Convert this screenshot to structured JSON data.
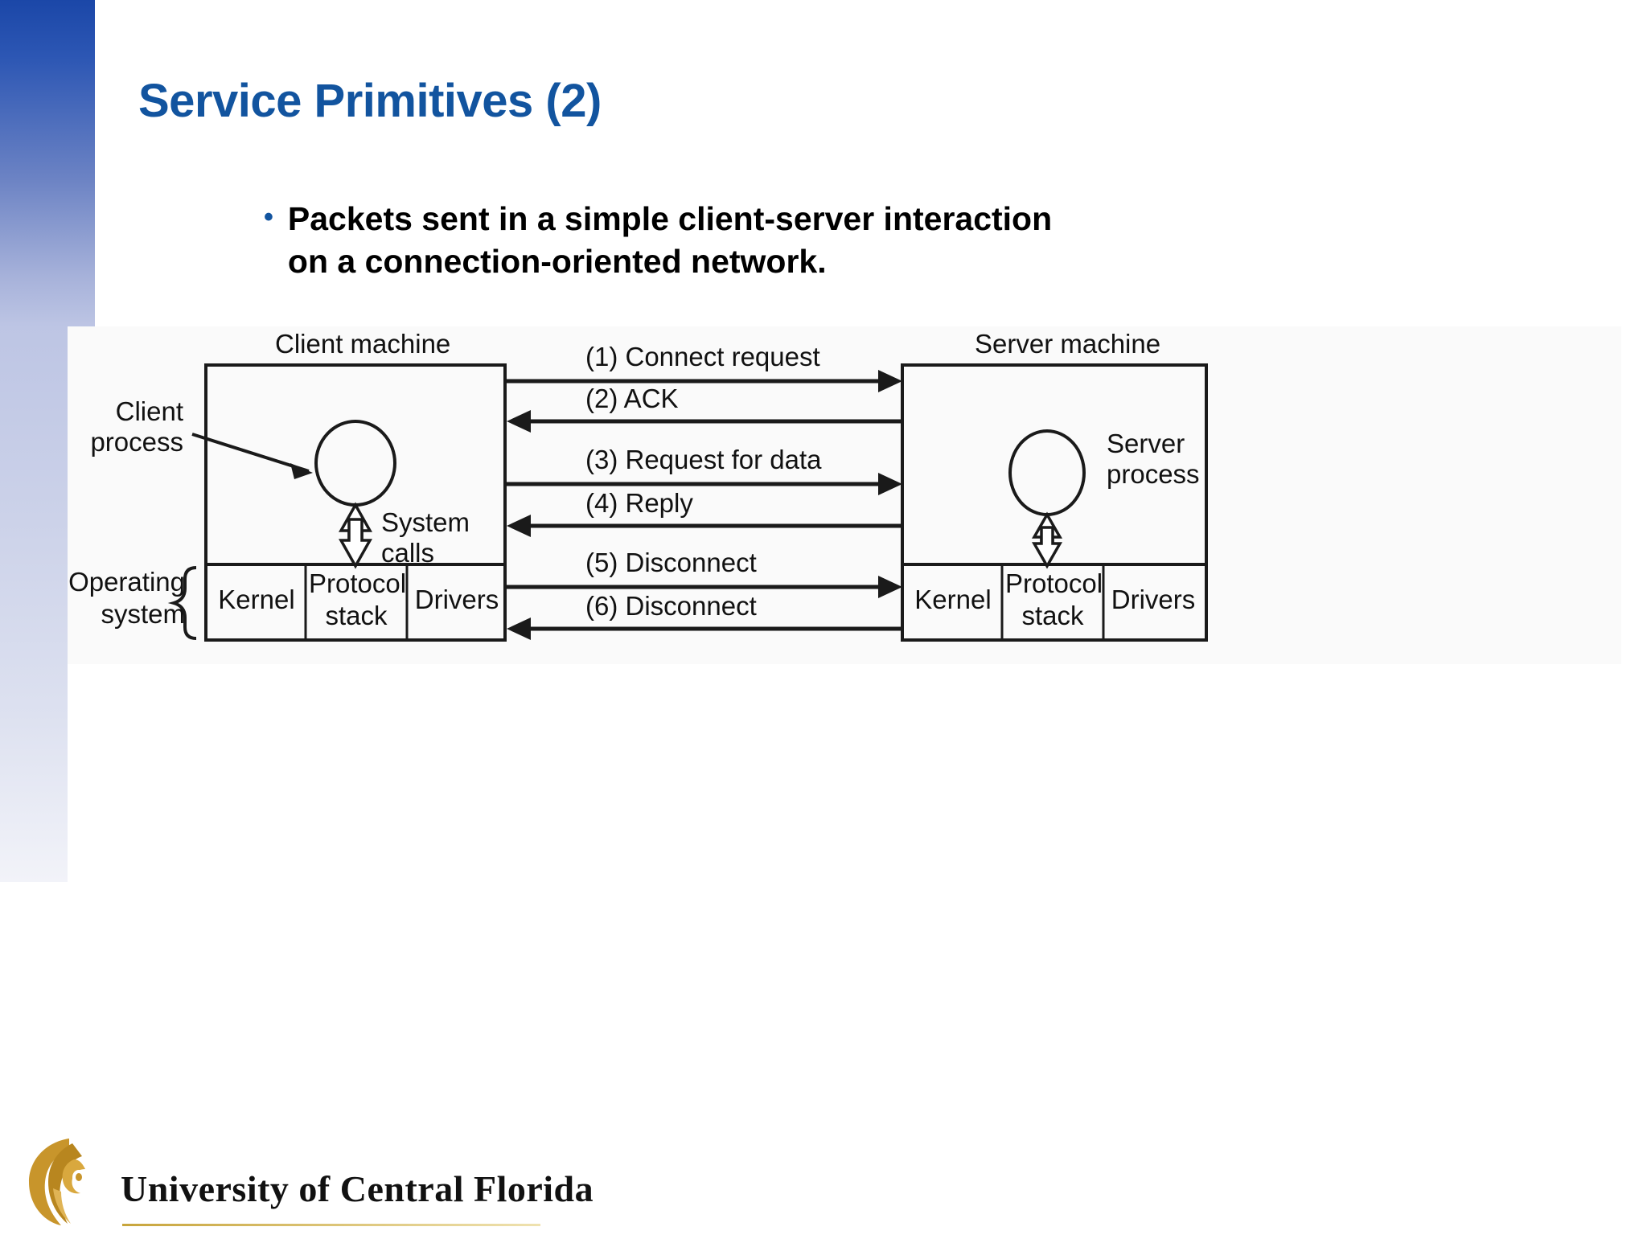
{
  "slide": {
    "title": "Service Primitives (2)",
    "title_color": "#12549F",
    "accent_color": "#1B47A8"
  },
  "bullets": [
    {
      "marker": "•",
      "line1": "Packets sent in a simple client-server interaction",
      "line2": "on a connection-oriented network."
    }
  ],
  "figure": {
    "client": {
      "machine_label": "Client machine",
      "process_label_line1": "Client",
      "process_label_line2": "process",
      "os_label_line1": "Operating",
      "os_label_line2": "system",
      "syscall_label_line1": "System",
      "syscall_label_line2": "calls",
      "layers": [
        "Kernel",
        "Protocol stack",
        "Drivers"
      ],
      "layer_kernel": "Kernel",
      "layer_protocol_line1": "Protocol",
      "layer_protocol_line2": "stack",
      "layer_drivers": "Drivers"
    },
    "server": {
      "machine_label": "Server machine",
      "process_label_line1": "Server",
      "process_label_line2": "process",
      "layers": [
        "Kernel",
        "Protocol stack",
        "Drivers"
      ],
      "layer_kernel": "Kernel",
      "layer_protocol_line1": "Protocol",
      "layer_protocol_line2": "stack",
      "layer_drivers": "Drivers"
    },
    "messages": [
      {
        "id": "1",
        "label": "(1) Connect request",
        "direction": "client-to-server"
      },
      {
        "id": "2",
        "label": "(2) ACK",
        "direction": "server-to-client"
      },
      {
        "id": "3",
        "label": "(3) Request for data",
        "direction": "client-to-server"
      },
      {
        "id": "4",
        "label": "(4) Reply",
        "direction": "server-to-client"
      },
      {
        "id": "5",
        "label": "(5) Disconnect",
        "direction": "client-to-server"
      },
      {
        "id": "6",
        "label": "(6) Disconnect",
        "direction": "server-to-client"
      }
    ]
  },
  "footer": {
    "wordmark": "University of Central Florida",
    "logo_name": "ucf-pegasus-logo",
    "logo_color": "#C8952B"
  }
}
